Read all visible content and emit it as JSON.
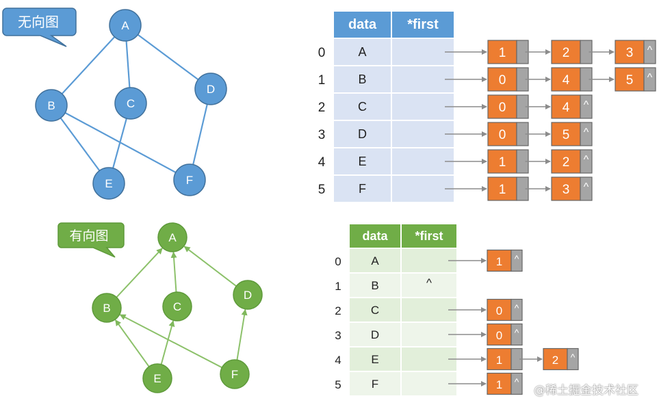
{
  "undirected": {
    "callout_label": "无向图",
    "nodes": [
      "A",
      "B",
      "C",
      "D",
      "E",
      "F"
    ],
    "edges": [
      [
        "A",
        "B"
      ],
      [
        "A",
        "C"
      ],
      [
        "A",
        "D"
      ],
      [
        "B",
        "E"
      ],
      [
        "B",
        "F"
      ],
      [
        "C",
        "E"
      ],
      [
        "D",
        "F"
      ]
    ],
    "table": {
      "headers": [
        "data",
        "*first"
      ],
      "rows": [
        {
          "index": "0",
          "data": "A",
          "first": "",
          "list": [
            "1",
            "2",
            "3"
          ]
        },
        {
          "index": "1",
          "data": "B",
          "first": "",
          "list": [
            "0",
            "4",
            "5"
          ]
        },
        {
          "index": "2",
          "data": "C",
          "first": "",
          "list": [
            "0",
            "4"
          ]
        },
        {
          "index": "3",
          "data": "D",
          "first": "",
          "list": [
            "0",
            "5"
          ]
        },
        {
          "index": "4",
          "data": "E",
          "first": "",
          "list": [
            "1",
            "2"
          ]
        },
        {
          "index": "5",
          "data": "F",
          "first": "",
          "list": [
            "1",
            "3"
          ]
        }
      ],
      "null_symbol": "^"
    }
  },
  "directed": {
    "callout_label": "有向图",
    "nodes": [
      "A",
      "B",
      "C",
      "D",
      "E",
      "F"
    ],
    "edges": [
      [
        "B",
        "A"
      ],
      [
        "C",
        "A"
      ],
      [
        "D",
        "A"
      ],
      [
        "E",
        "B"
      ],
      [
        "E",
        "C"
      ],
      [
        "F",
        "B"
      ],
      [
        "F",
        "D"
      ]
    ],
    "table": {
      "headers": [
        "data",
        "*first"
      ],
      "rows": [
        {
          "index": "0",
          "data": "A",
          "first": "",
          "list": [
            "1"
          ]
        },
        {
          "index": "1",
          "data": "B",
          "first": "^",
          "list": []
        },
        {
          "index": "2",
          "data": "C",
          "first": "",
          "list": [
            "0"
          ]
        },
        {
          "index": "3",
          "data": "D",
          "first": "",
          "list": [
            "0"
          ]
        },
        {
          "index": "4",
          "data": "E",
          "first": "",
          "list": [
            "1",
            "2"
          ]
        },
        {
          "index": "5",
          "data": "F",
          "first": "",
          "list": [
            "1"
          ]
        }
      ],
      "null_symbol": "^"
    }
  },
  "watermark": "@稀土掘金技术社区",
  "colors": {
    "undirected_node": "#5b9bd5",
    "undirected_node_border": "#41719c",
    "undirected_edge": "#5b9bd5",
    "directed_node": "#70ad47",
    "directed_node_border": "#5e9a3a",
    "directed_edge": "#8cc16a",
    "table_header_blue": "#5b9bd5",
    "table_cell_blue": "#dae3f3",
    "table_header_green": "#70ad47",
    "table_cell_green_a": "#e2efda",
    "table_cell_green_b": "#eef5ea",
    "list_node": "#ed7d31",
    "list_pointer": "#a5a5a5",
    "arrow": "#8c8c8c"
  }
}
